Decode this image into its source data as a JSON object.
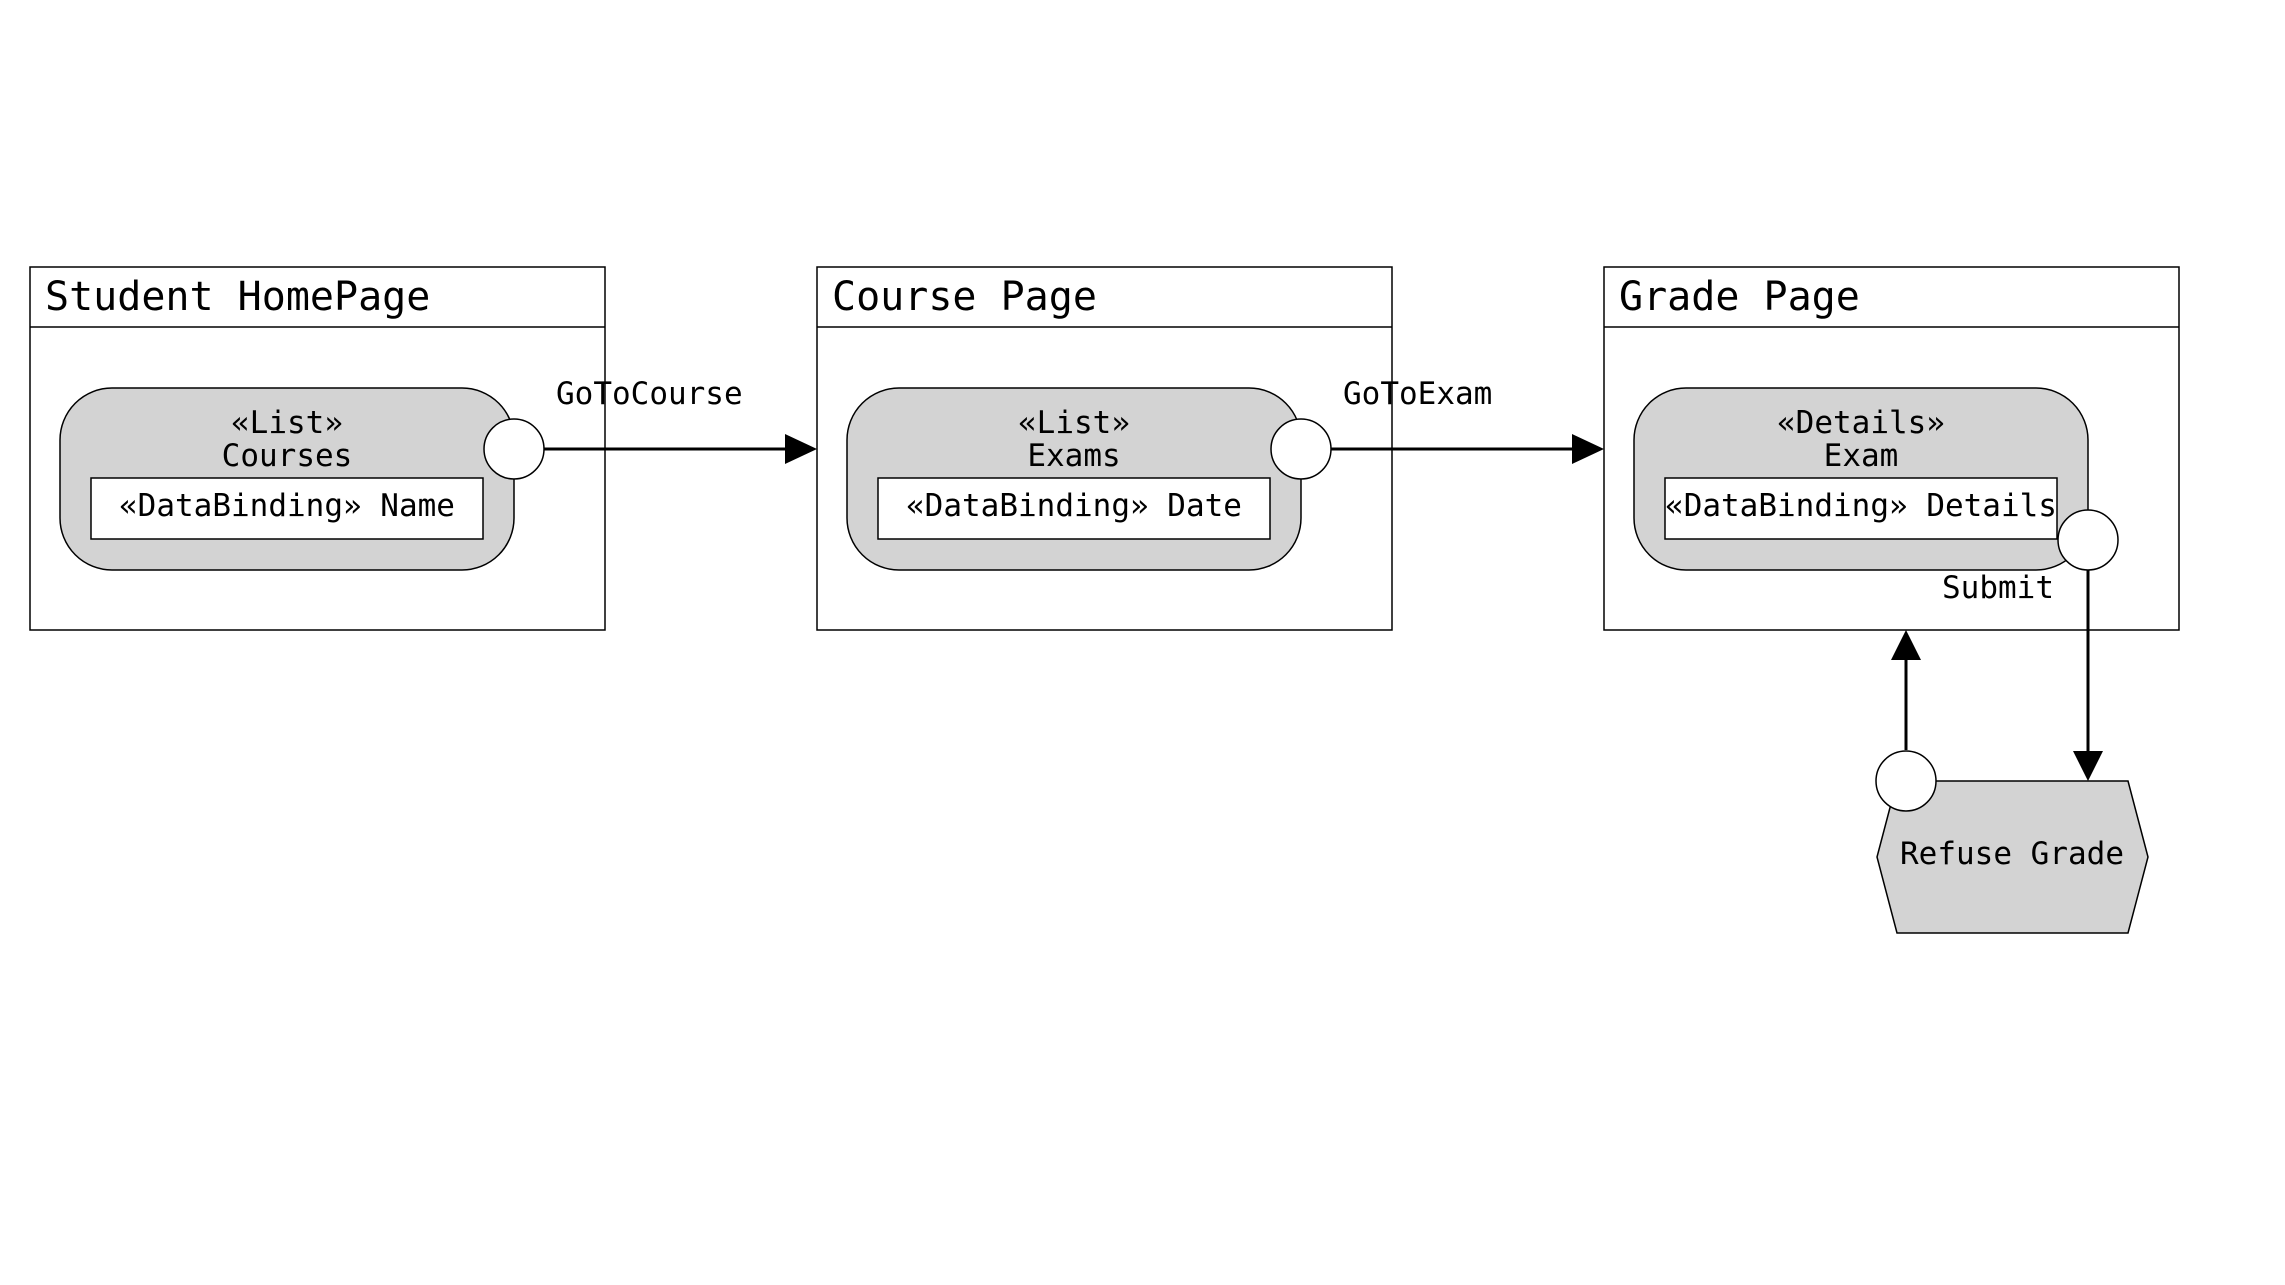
{
  "pages": [
    {
      "title": "Student HomePage",
      "component": {
        "stereotype": "«List»",
        "name": "Courses",
        "field": "«DataBinding» Name"
      }
    },
    {
      "title": "Course Page",
      "component": {
        "stereotype": "«List»",
        "name": "Exams",
        "field": "«DataBinding» Date"
      }
    },
    {
      "title": "Grade Page",
      "component": {
        "stereotype": "«Details»",
        "name": "Exam",
        "field": "«DataBinding» Details"
      }
    }
  ],
  "flows": {
    "go_to_course": "GoToCourse",
    "go_to_exam": "GoToExam",
    "submit": "Submit"
  },
  "action": {
    "label": "Refuse Grade"
  }
}
